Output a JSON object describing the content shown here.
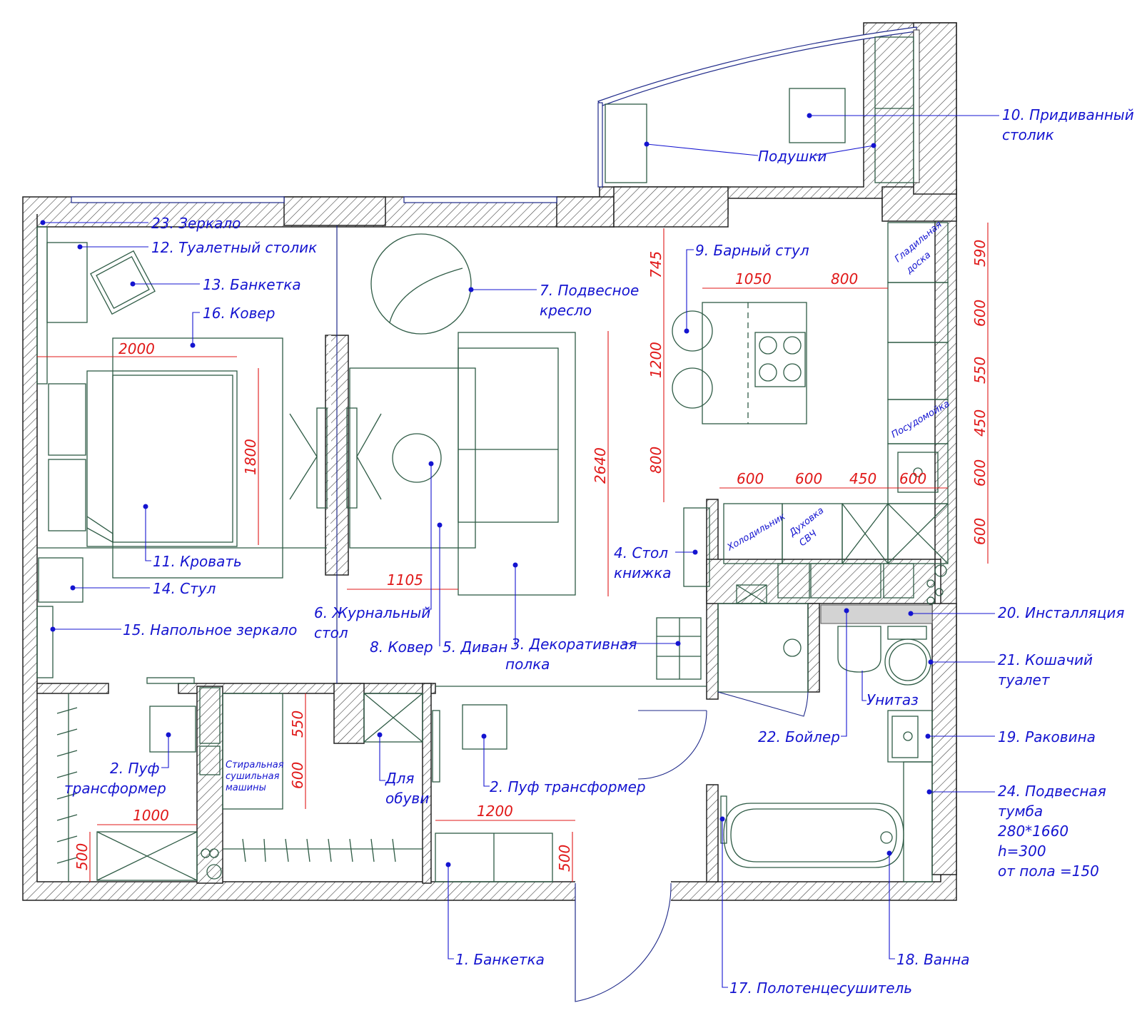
{
  "colors": {
    "labels": "#1414d0",
    "dimensions": "#e01818",
    "furniture": "#2e5b45",
    "walls": "#222222"
  },
  "labels": {
    "l1": "1.  Банкетка",
    "l2a_1": "2.  Пуф",
    "l2a_2": "трансформер",
    "l2b": "2.  Пуф трансформер",
    "l3_1": "3.  Декоративная",
    "l3_2": "полка",
    "l4_1": "4.  Стол",
    "l4_2": "книжка",
    "l5": "5.  Диван",
    "l6_1": "6.  Журнальный",
    "l6_2": "стол",
    "l7_1": "7.  Подвесное",
    "l7_2": "кресло",
    "l8": "8.  Ковер",
    "l9": "9.  Барный стул",
    "l10_1": "10.  Придиванный",
    "l10_2": "столик",
    "l11": "11.  Кровать",
    "l12": "12.  Туалетный столик",
    "l13": "13.  Банкетка",
    "l14": "14.  Стул",
    "l15": "15.  Напольное зеркало",
    "l16": "16.  Ковер",
    "l17": "17.  Полотенцесушитель",
    "l18": "18.  Ванна",
    "l19": "19.  Раковина",
    "l20": "20.  Инсталляция",
    "l21_1": "21.  Кошачий",
    "l21_2": "туалет",
    "l22": "22.  Бойлер",
    "l23": "23.  Зеркало",
    "l24_1": "24.  Подвесная",
    "l24_2": "тумба",
    "l24_3": "280*1660",
    "l24_4": "h=300",
    "l24_5": "от пола =150",
    "pillows": "Подушки",
    "toilet": "Унитаз",
    "shoes_1": "Для",
    "shoes_2": "обуви",
    "washer_1": "Стиральная",
    "washer_2": "сушильная",
    "washer_3": "машины",
    "ironing_1": "Гладильная",
    "ironing_2": "доска",
    "dishwasher": "Посудомойка",
    "fridge": "Холодильник",
    "oven_1": "Духовка",
    "oven_2": "СВЧ"
  },
  "dims": {
    "d2000": "2000",
    "d1800": "1800",
    "d1105": "1105",
    "d2640": "2640",
    "d745": "745",
    "d1200k": "1200",
    "d800k": "800",
    "d1050": "1050",
    "d800t": "800",
    "d590": "590",
    "d600a": "600",
    "d550a": "550",
    "d450a": "450",
    "d600b": "600",
    "d600c": "600",
    "dk600a": "600",
    "dk600b": "600",
    "dk450": "450",
    "dk600c": "600",
    "d550b": "550",
    "d600d": "600",
    "d1000": "1000",
    "d500a": "500",
    "d1200h": "1200",
    "d500b": "500"
  }
}
